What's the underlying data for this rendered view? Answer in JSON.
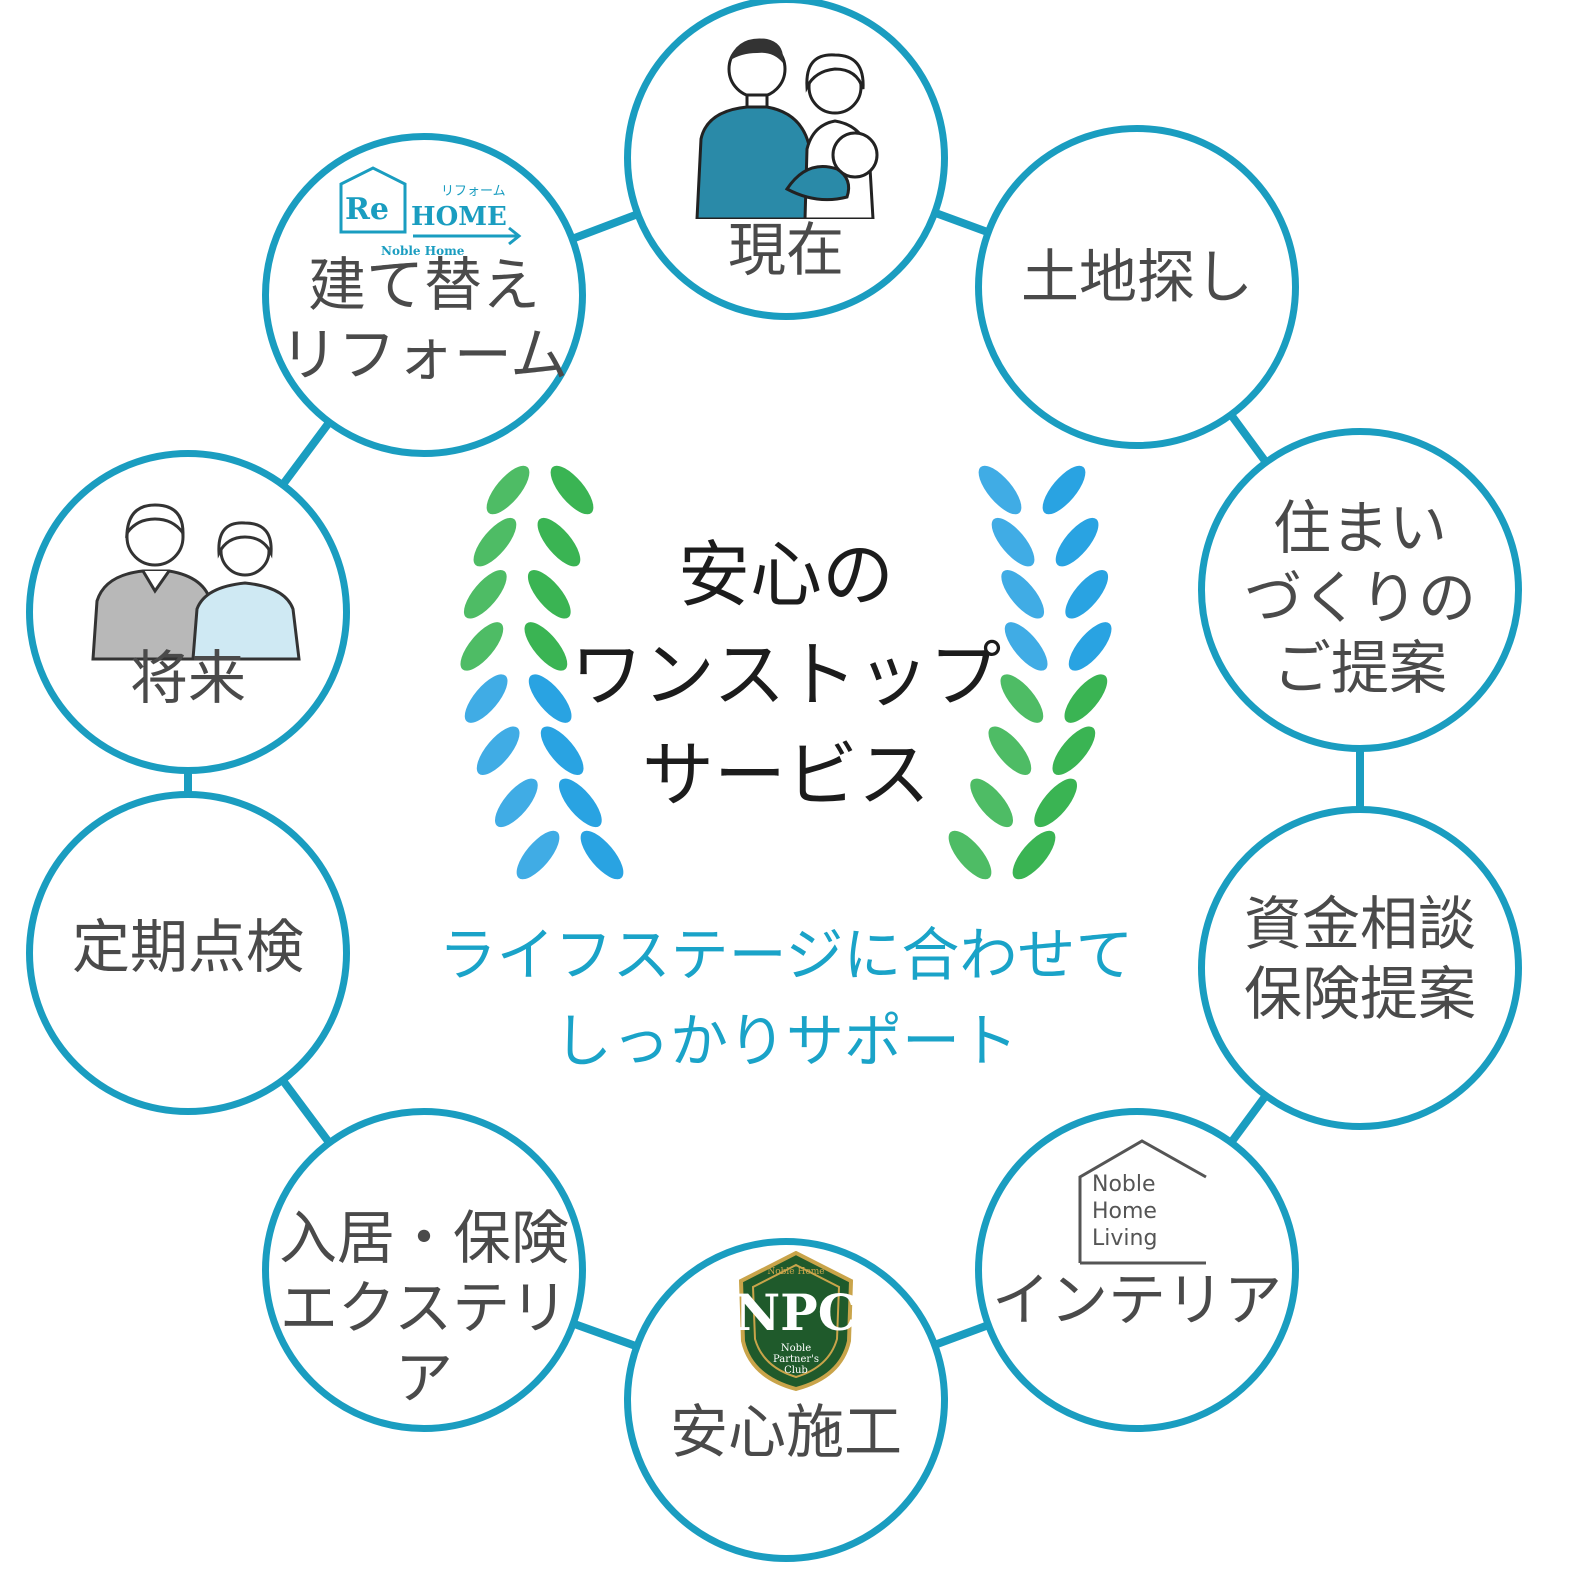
{
  "center": {
    "title": "安心の\nワンストップ\nサービス",
    "subtitle": "ライフステージに合わせて\nしっかりサポート"
  },
  "nodes": [
    {
      "key": "present",
      "label": "現在",
      "icon": "family-illustration"
    },
    {
      "key": "land",
      "label": "土地探し"
    },
    {
      "key": "proposal",
      "label": "住まい\nづくりの\nご提案"
    },
    {
      "key": "finance",
      "label": "資金相談\n保険提案"
    },
    {
      "key": "interior",
      "label": "インテリア",
      "icon": "noble-home-living-logo",
      "logo_text": "Noble\nHome\nLiving"
    },
    {
      "key": "construction",
      "label": "安心施工",
      "icon": "npc-emblem",
      "logo_text": {
        "top": "Noble Home",
        "main": "NPC",
        "sub1": "Noble",
        "sub2": "Partner's",
        "sub3": "Club"
      }
    },
    {
      "key": "exterior",
      "label": "入居・保険\nエクステリア"
    },
    {
      "key": "inspection",
      "label": "定期点検"
    },
    {
      "key": "future",
      "label": "将来",
      "icon": "elderly-couple-illustration"
    },
    {
      "key": "reform",
      "label": "建て替え\nリフォーム",
      "icon": "rehome-logo",
      "logo_text": {
        "re": "Re",
        "home": "HOME",
        "kana": "リフォーム",
        "brand": "Noble Home"
      }
    }
  ],
  "colors": {
    "ring": "#1a9dc0",
    "text": "#4a4a4a",
    "title": "#1c1c1c",
    "subtitle": "#1aa3c8",
    "laurel_green": "#2fb04a",
    "laurel_blue": "#1e9ee0",
    "npc_green": "#1f5a2b",
    "npc_gold": "#c9a44a"
  }
}
